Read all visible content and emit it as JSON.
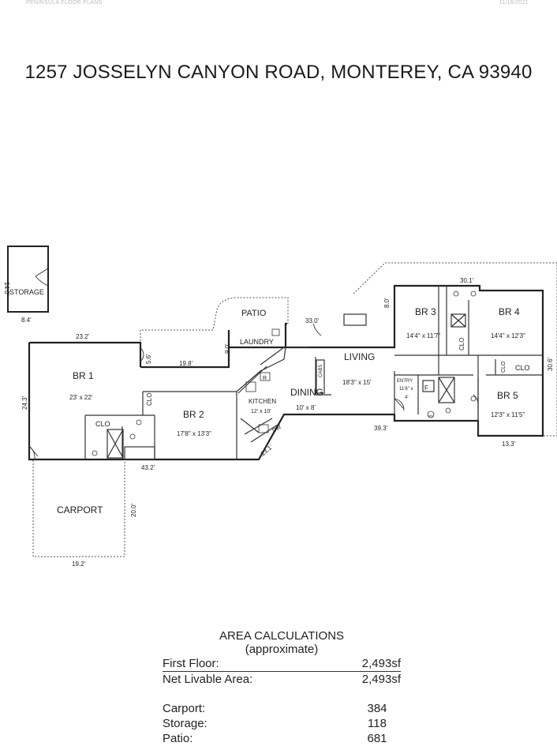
{
  "header": {
    "company": "PENINSULA FLOOR PLANS",
    "date": "11/16/2021"
  },
  "title": "1257 JOSSELYN CANYON ROAD, MONTEREY, CA 93940",
  "plan": {
    "rooms": {
      "storage": "STORAGE",
      "carport": "CARPORT",
      "patio": "PATIO",
      "laundry": "LAUNDRY",
      "br1": "BR 1",
      "br1_size": "23' x 22'",
      "br2": "BR 2",
      "br2_size": "17'8\" x 13'3\"",
      "kitchen": "KITCHEN",
      "kitchen_size": "12' x 10'",
      "dining": "DINING",
      "dining_size": "10' x 8'",
      "living": "LIVING",
      "living_size": "18'3\" x 15'",
      "entry": "ENTRY",
      "entry_size_a": "11'6\" x",
      "entry_size_b": "4'",
      "br3": "BR 3",
      "br3_size": "14'4\" x 11'7\"",
      "br4": "BR 4",
      "br4_size": "14'4\" x 12'3\"",
      "br5": "BR 5",
      "br5_size": "12'3\" x 11'5\"",
      "clo": "CLO",
      "cabs": "CABS",
      "dw": "DW",
      "r": "R",
      "f": "F",
      "wh": "WH"
    },
    "dims": {
      "storage_h": "14.0'",
      "storage_w": "8.4'",
      "d23_2": "23.2'",
      "d5_6": "5.6'",
      "d19_8": "19.8'",
      "d9_0": "9.0'",
      "d33_0": "33.0'",
      "d8_0": "8.0'",
      "d30_1": "30.1'",
      "d24_3": "24.3'",
      "d43_2": "43.2'",
      "d13_1": "13.1'",
      "d39_3": "39.3'",
      "d13_3": "13.3'",
      "d30_6": "30.6'",
      "d20_0": "20.0'",
      "d19_2": "19.2'"
    }
  },
  "area": {
    "heading": "AREA CALCULATIONS",
    "subheading": "(approximate)",
    "rows": [
      {
        "label": "First Floor:",
        "value": "2,493sf"
      },
      {
        "label": "Net Livable Area:",
        "value": "2,493sf"
      },
      {
        "label": "Carport:",
        "value": "384"
      },
      {
        "label": "Storage:",
        "value": "118"
      },
      {
        "label": "Patio:",
        "value": "681"
      }
    ]
  }
}
